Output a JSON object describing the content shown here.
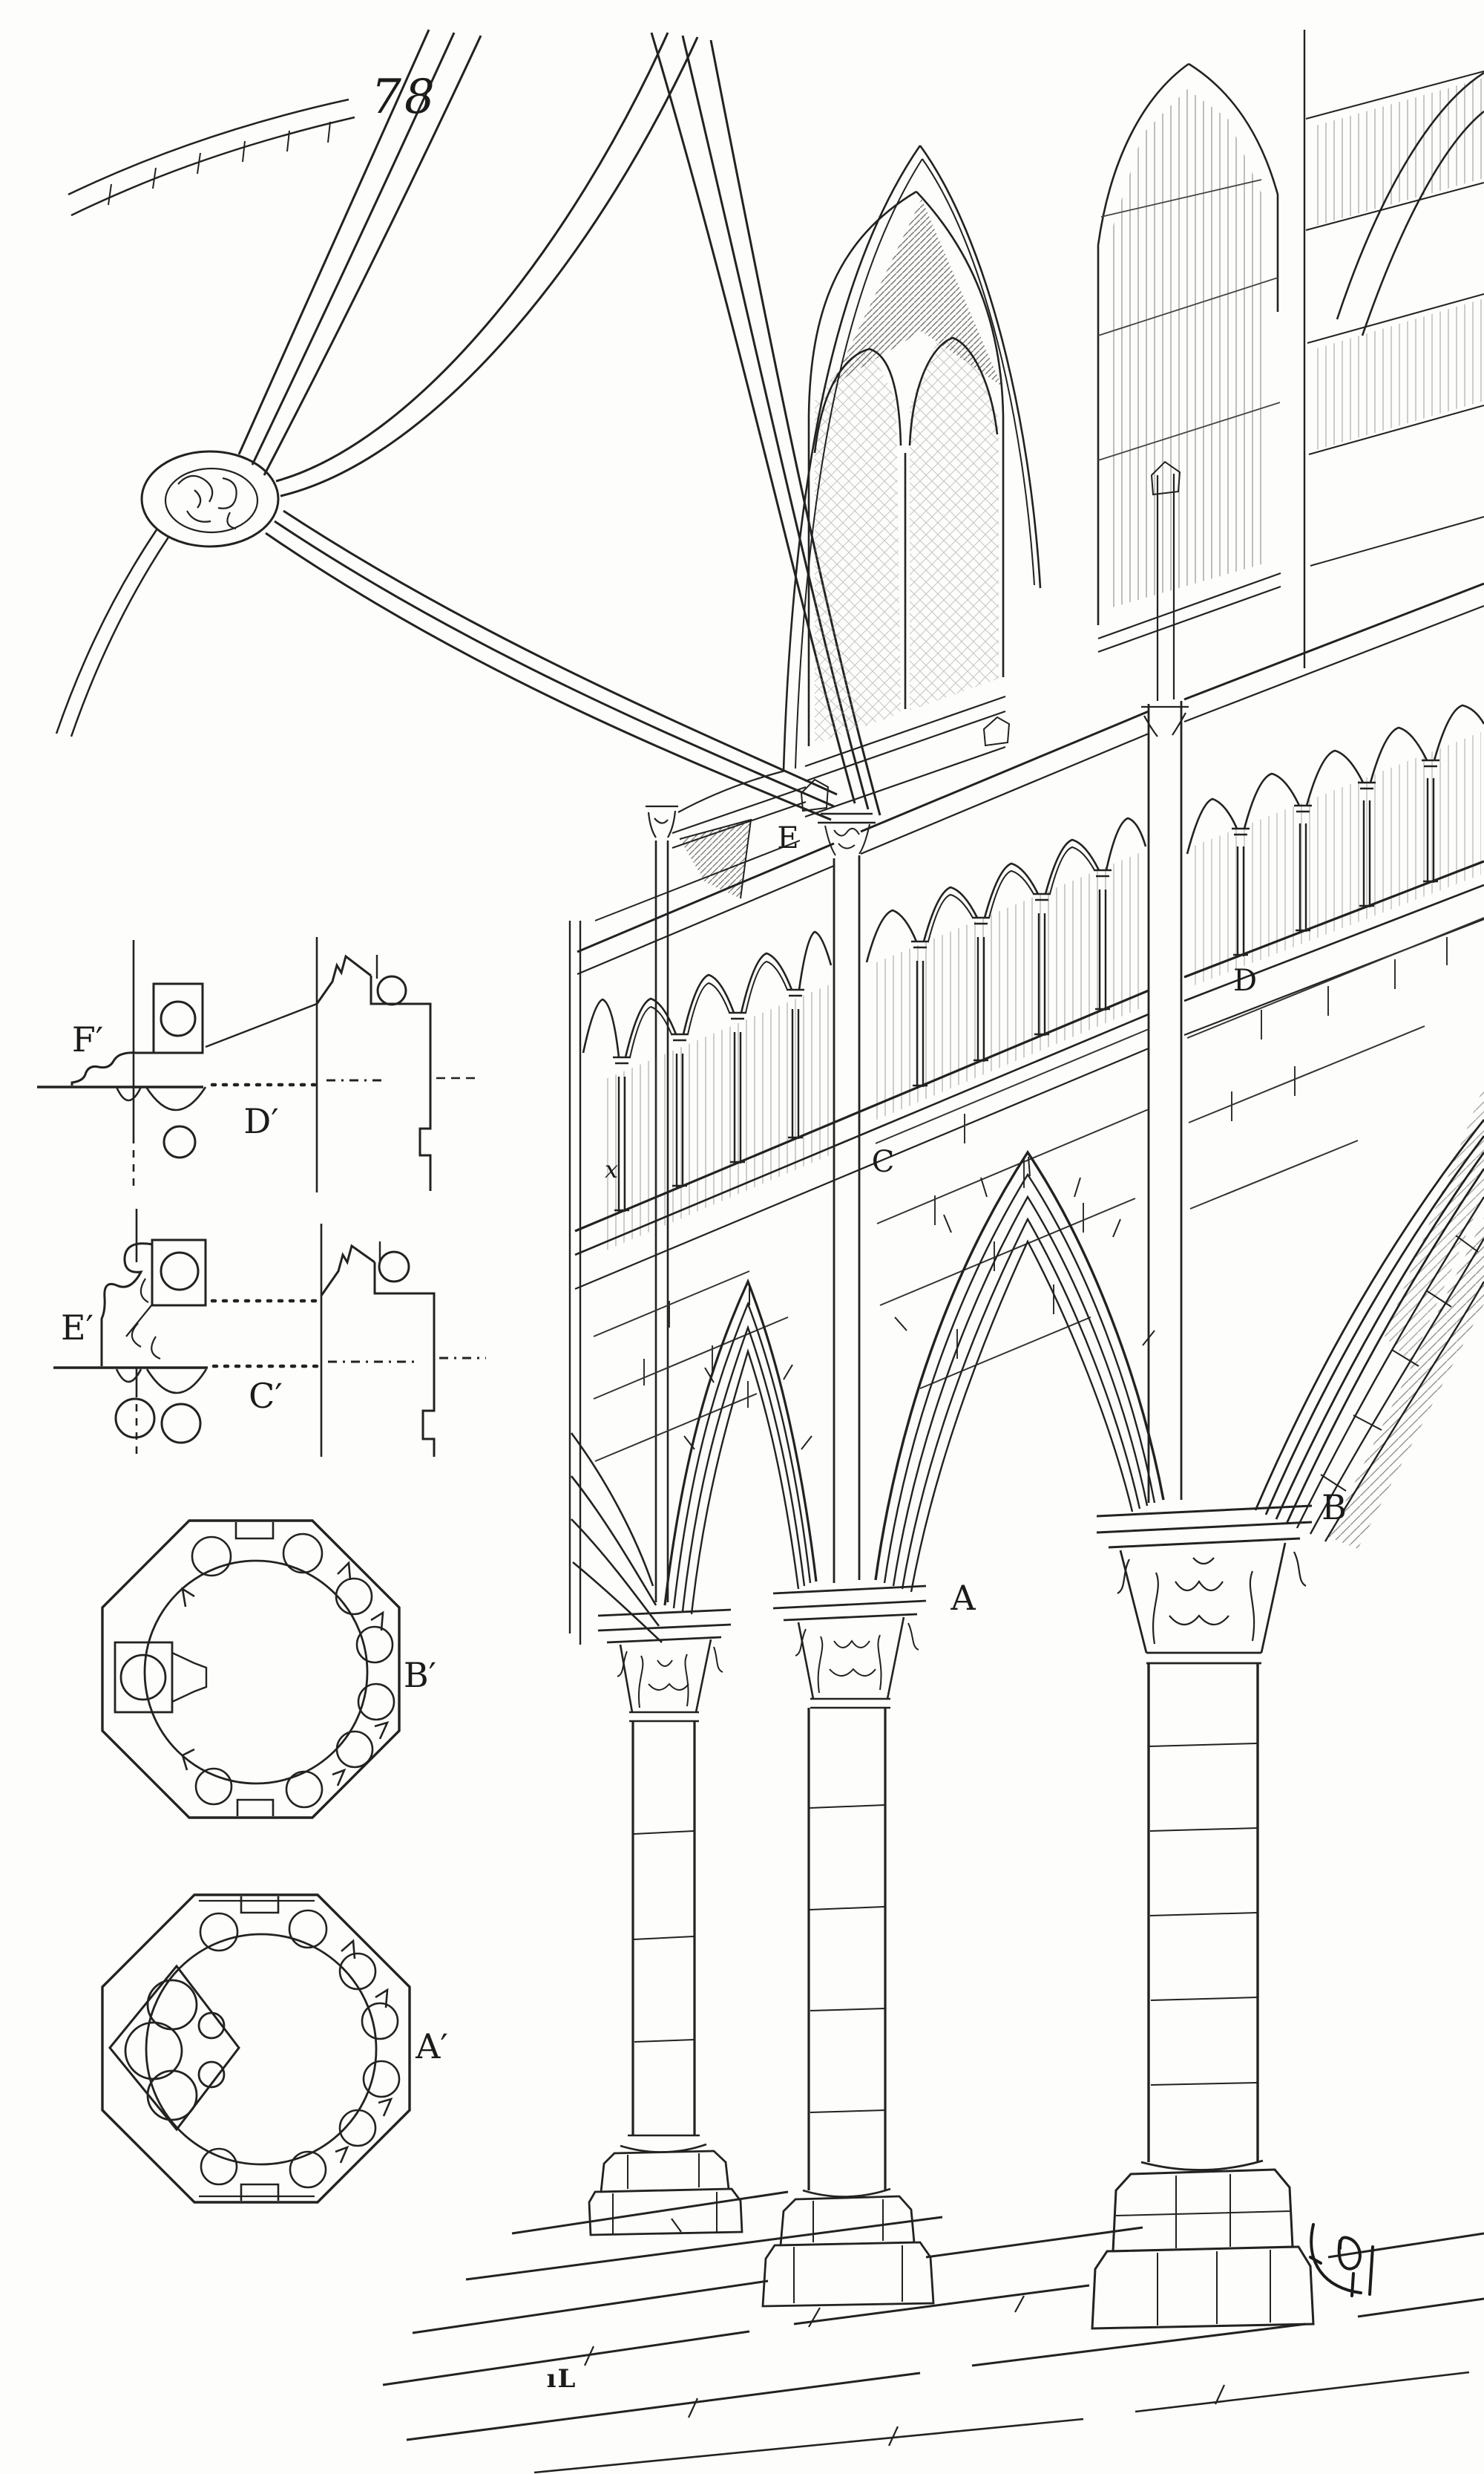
{
  "plate": {
    "figure_number": "78",
    "corner_mark": "ıL"
  },
  "labels": {
    "A": "A",
    "B": "B",
    "C": "C",
    "D": "D",
    "E": "E",
    "x": "x",
    "F_prime": "F′",
    "D_prime": "D′",
    "E_prime": "E′",
    "C_prime": "C′",
    "B_prime": "B′",
    "A_prime": "A′"
  }
}
